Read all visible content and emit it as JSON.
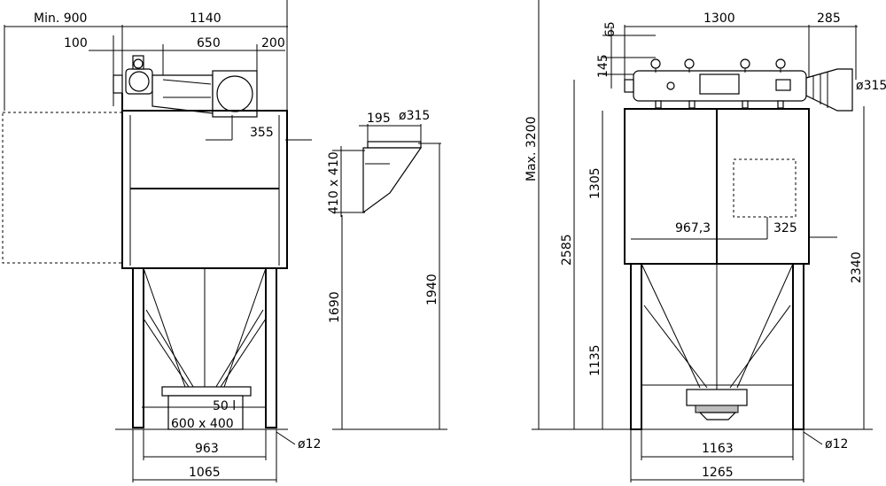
{
  "front_view": {
    "dim_min_clearance": "Min. 900",
    "dim_total_width": "1140",
    "dim_offset": "100",
    "dim_inlet_length": "650",
    "dim_inlet_gap": "200",
    "dim_inlet_offset": "355",
    "dim_bin_volume": "50 l",
    "dim_bin_size": "600 x 400",
    "dim_leg_inner": "963",
    "dim_leg_outer": "1065",
    "dim_anchor_hole": "ø12"
  },
  "side_detail": {
    "dim_flange_width": "195",
    "dim_flange_diameter": "ø315",
    "dim_opening_size": "410 x 410",
    "dim_opening_height": "1690",
    "dim_inlet_height": "1940"
  },
  "side_view": {
    "dim_max_height": "Max. 3200",
    "dim_body_width": "1300",
    "dim_outlet_offset": "285",
    "dim_top_65": "65",
    "dim_top_145": "145",
    "dim_outlet_diameter": "ø315",
    "dim_panel_height": "1305",
    "dim_panel_width": "967,3",
    "dim_hatch_offset": "325",
    "dim_2585": "2585",
    "dim_2340": "2340",
    "dim_1135": "1135",
    "dim_leg_inner": "1163",
    "dim_leg_outer": "1265",
    "dim_anchor_hole": "ø12"
  }
}
